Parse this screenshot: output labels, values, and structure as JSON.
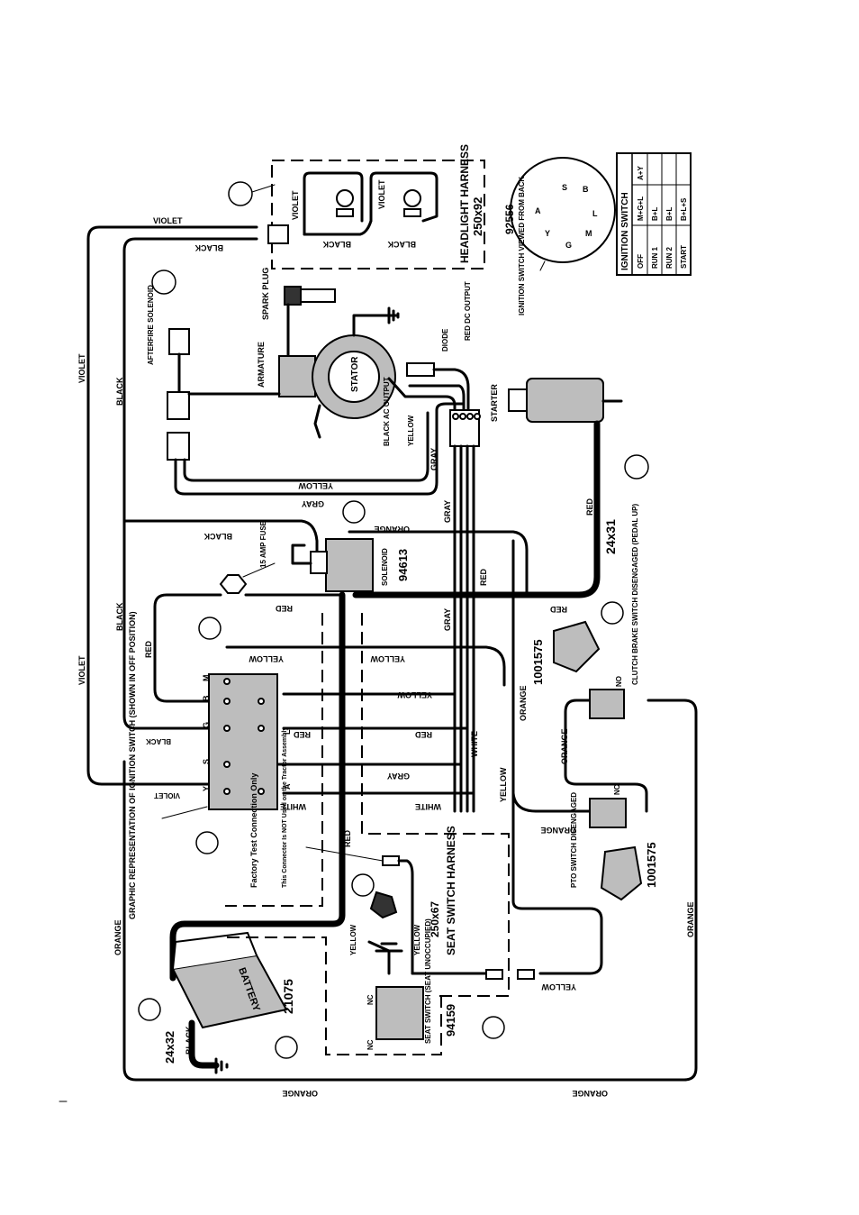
{
  "headlight_harness": {
    "title": "HEADLIGHT HARNESS",
    "part_no": "250x92",
    "lamp_wire": "VIOLET",
    "ground_wire": "BLACK"
  },
  "ignition_switch": {
    "part_no": "92556",
    "view_note": "IGNITION SWITCH VIEWED FROM BACK",
    "terminals": [
      "A",
      "S",
      "B",
      "Y",
      "M",
      "L",
      "G"
    ],
    "table_title": "IGNITION SWITCH",
    "rows": [
      {
        "pos": "OFF",
        "circuit": "M+G+L",
        "extra": "A+Y"
      },
      {
        "pos": "RUN 1",
        "circuit": "B+L",
        "extra": ""
      },
      {
        "pos": "RUN 2",
        "circuit": "B+L",
        "extra": ""
      },
      {
        "pos": "START",
        "circuit": "B+L+S",
        "extra": ""
      }
    ]
  },
  "engine": {
    "spark_plug": "SPARK PLUG",
    "armature": "ARMATURE",
    "afterfire_solenoid": "AFTERFIRE SOLENOID",
    "stator": "STATOR",
    "diode": "DIODE",
    "red_dc_output": "RED DC OUTPUT",
    "black_ac_output": "BLACK AC OUTPUT",
    "yellow": "YELLOW",
    "starter": "STARTER"
  },
  "starter_cable": {
    "color": "RED",
    "part_no": "24x31"
  },
  "solenoid": {
    "label": "SOLENOID",
    "part_no": "94613",
    "fuse": "15 AMP FUSE"
  },
  "battery": {
    "label": "BATTERY",
    "part_no": "21075",
    "cable_part_no": "24x32",
    "cable_color": "BLACK"
  },
  "seat_switch_harness": {
    "title": "SEAT SWITCH HARNESS",
    "part_no": "250x67"
  },
  "seat_switch": {
    "label": "SEAT SWITCH (SEAT UNOCCUPIED)",
    "part_no": "94159",
    "nc": "NC"
  },
  "clutch_switch": {
    "label": "CLUTCH BRAKE SWITCH DISENGAGED (PEDAL UP)",
    "part_no": "1001575",
    "no": "NO"
  },
  "pto_switch": {
    "label": "PTO SWITCH DISENGAGED",
    "part_no": "1001575",
    "nc": "NC"
  },
  "ignition_graphic": {
    "label": "GRAPHIC REPRESENTATION OF IGNITION SWITCH (SHOWN IN OFF POSITION)",
    "terminals_left": [
      "M",
      "B",
      "G",
      "S",
      "Y"
    ],
    "terminals_right": [
      "L",
      "A"
    ]
  },
  "factory_test": {
    "title": "Factory Test Connection Only",
    "note": "This Connector Is NOT Used on the Tractor Assembly"
  },
  "wire_colors": {
    "violet": "VIOLET",
    "black": "BLACK",
    "red": "RED",
    "yellow": "YELLOW",
    "gray": "GRAY",
    "orange": "ORANGE",
    "white": "WHITE"
  }
}
